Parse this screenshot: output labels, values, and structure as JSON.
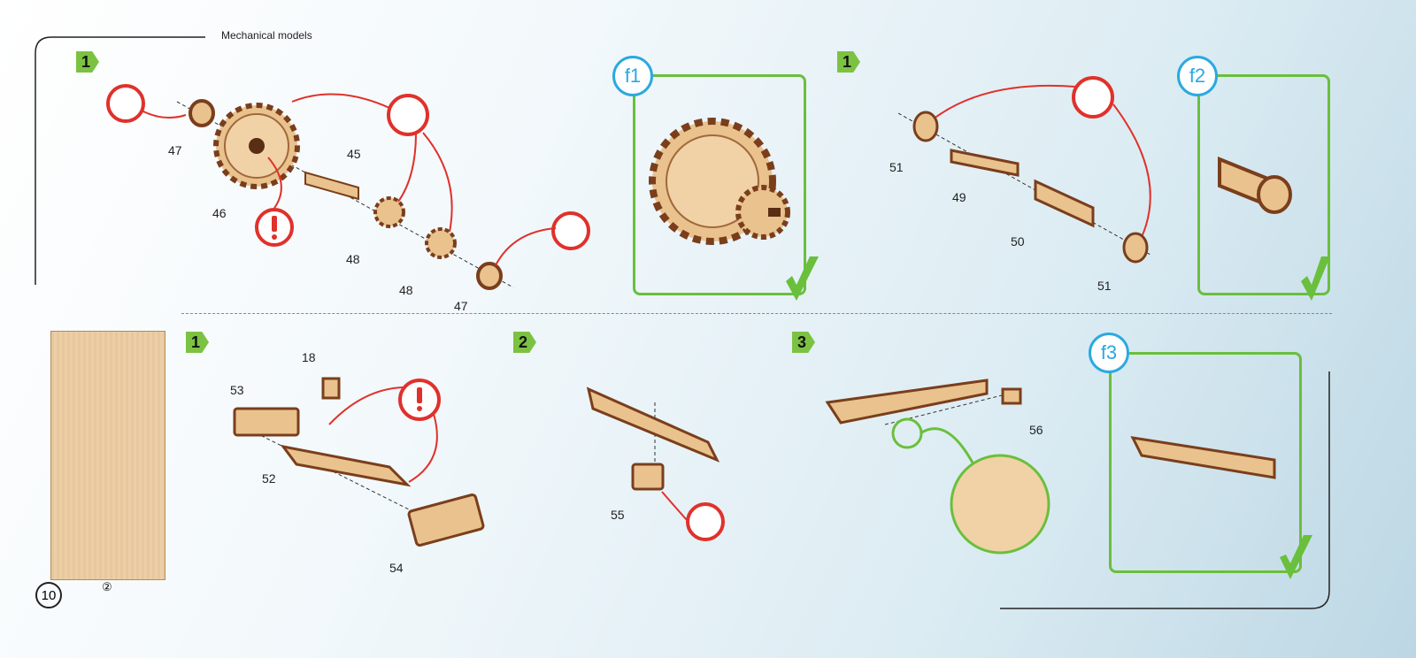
{
  "header": {
    "title": "Mechanical models"
  },
  "steps": {
    "top_left": "1",
    "top_right": "1",
    "bottom_1": "1",
    "bottom_2": "2",
    "bottom_3": "3"
  },
  "final_views": {
    "f1": "f1",
    "f2": "f2",
    "f3": "f3"
  },
  "part_labels": {
    "p47a": "47",
    "p45": "45",
    "p46": "46",
    "p48a": "48",
    "p48b": "48",
    "p47b": "47",
    "p51a": "51",
    "p49": "49",
    "p50": "50",
    "p51b": "51",
    "p18": "18",
    "p53": "53",
    "p52": "52",
    "p54": "54",
    "p55": "55",
    "p56": "56"
  },
  "sheet": {
    "number": "10",
    "sub": "②"
  },
  "colors": {
    "step_green": "#7cc242",
    "final_blue": "#2aa9e0",
    "frame_green": "#6abf3c",
    "arrow_red": "#e0312b",
    "wood_light": "#e9c28e",
    "wood_dark": "#7a3e1c"
  }
}
